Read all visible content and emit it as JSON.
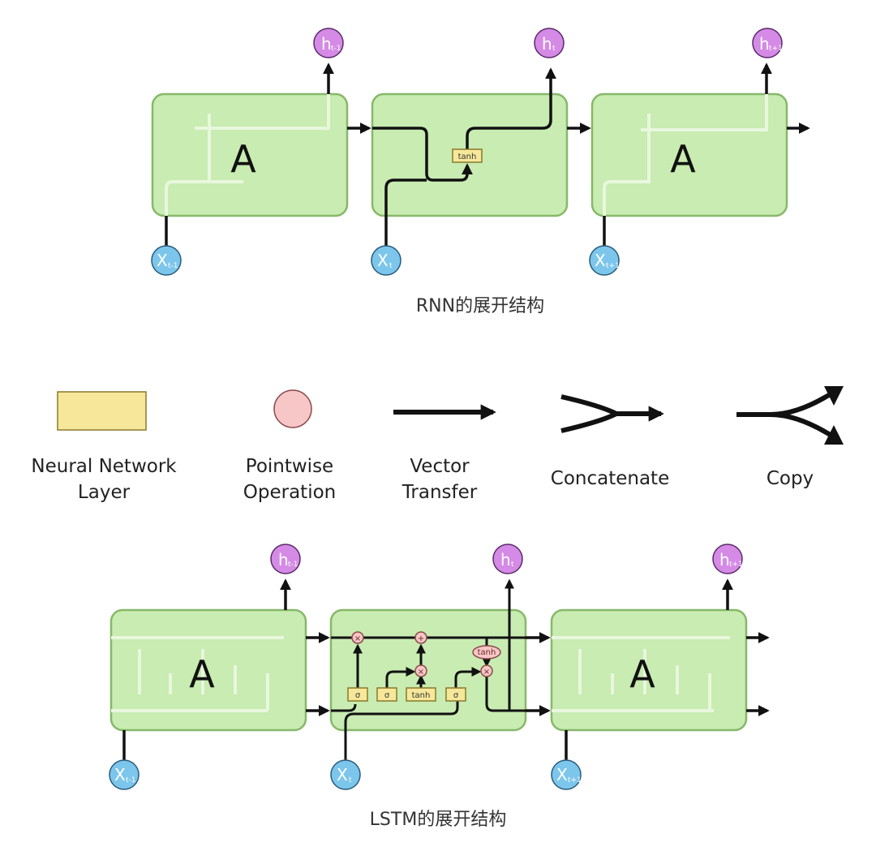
{
  "rnn": {
    "cell_label": "A",
    "caption": "RNN的展开结构",
    "layer_label": "tanh",
    "outputs": [
      {
        "main": "h",
        "sub": "t-1"
      },
      {
        "main": "h",
        "sub": "t"
      },
      {
        "main": "h",
        "sub": "t+1"
      }
    ],
    "inputs": [
      {
        "main": "X",
        "sub": "t-1"
      },
      {
        "main": "X",
        "sub": "t"
      },
      {
        "main": "X",
        "sub": "t+1"
      }
    ]
  },
  "legend": {
    "items": [
      {
        "line1": "Neural Network",
        "line2": "Layer"
      },
      {
        "line1": "Pointwise",
        "line2": "Operation"
      },
      {
        "line1": "Vector",
        "line2": "Transfer"
      },
      {
        "line1": "Concatenate",
        "line2": ""
      },
      {
        "line1": "Copy",
        "line2": ""
      }
    ],
    "colors": {
      "layer": "#f6e79a",
      "pointwise": "#f7c6c6"
    }
  },
  "lstm": {
    "cell_label": "A",
    "caption": "LSTM的展开结构",
    "layers": [
      "σ",
      "σ",
      "tanh",
      "σ"
    ],
    "ops": {
      "times": "×",
      "plus": "+",
      "tanh": "tanh"
    },
    "outputs": [
      {
        "main": "h",
        "sub": "t-1"
      },
      {
        "main": "h",
        "sub": "t"
      },
      {
        "main": "h",
        "sub": "t+1"
      }
    ],
    "inputs": [
      {
        "main": "X",
        "sub": "t-1"
      },
      {
        "main": "X",
        "sub": "t"
      },
      {
        "main": "X",
        "sub": "t+1"
      }
    ]
  },
  "colors": {
    "cell_fill": "#c8ecb1",
    "output_circle": "#d58ae6",
    "input_circle": "#7cc6ec"
  }
}
